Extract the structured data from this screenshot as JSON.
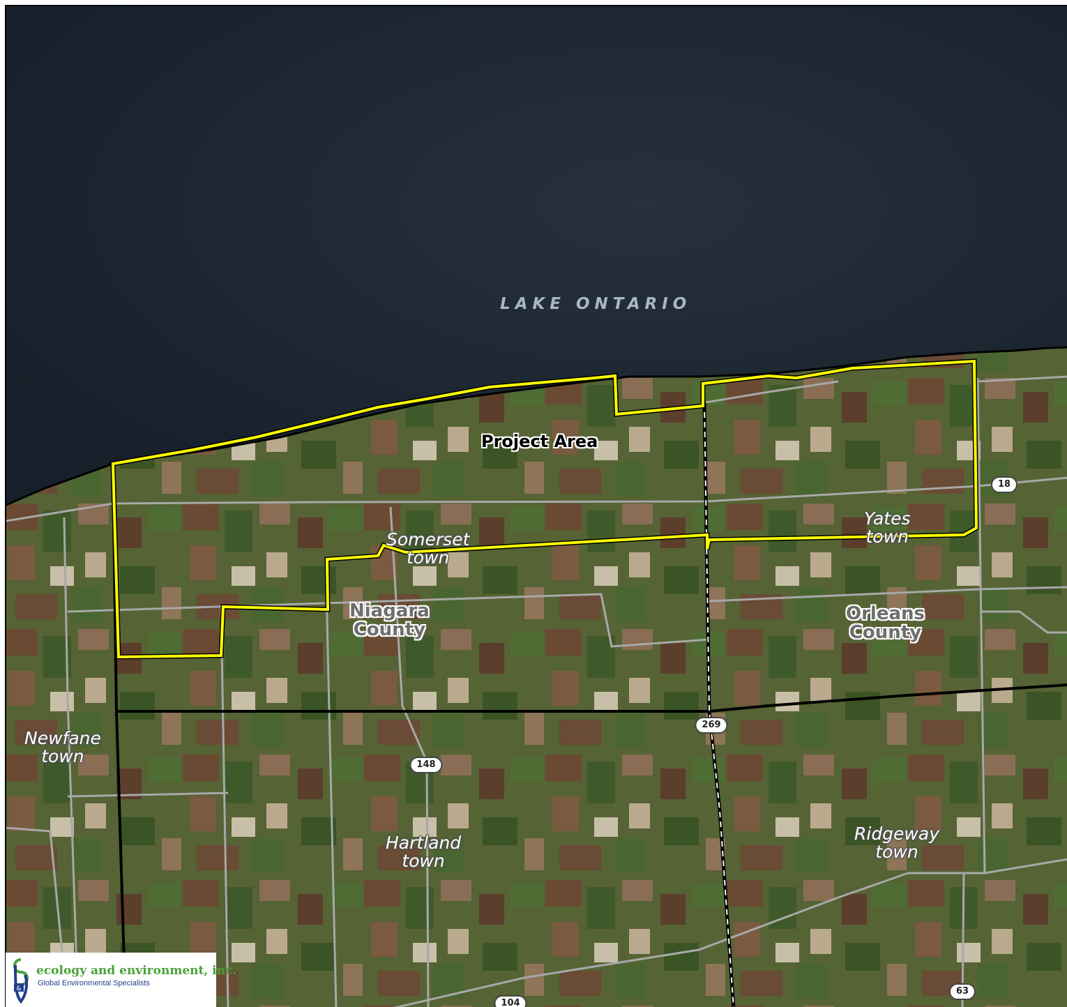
{
  "map": {
    "water_label": "LAKE ONTARIO",
    "project_label": "Project Area",
    "towns": [
      {
        "id": "somerset",
        "line1": "Somerset",
        "line2": "town"
      },
      {
        "id": "yates",
        "line1": "Yates",
        "line2": "town"
      },
      {
        "id": "newfane",
        "line1": "Newfane",
        "line2": "town"
      },
      {
        "id": "hartland",
        "line1": "Hartland",
        "line2": "town"
      },
      {
        "id": "ridgeway",
        "line1": "Ridgeway",
        "line2": "town"
      }
    ],
    "counties": [
      {
        "id": "niagara",
        "line1": "Niagara",
        "line2": "County"
      },
      {
        "id": "orleans",
        "line1": "Orleans",
        "line2": "County"
      }
    ],
    "route_shields": [
      "18",
      "269",
      "148",
      "63",
      "104"
    ],
    "colors": {
      "water": "#1d2630",
      "land": "#5f6a3c",
      "project_boundary": "#ffff00",
      "county_line": "#000000",
      "road": "#a8a8a8"
    }
  },
  "logo": {
    "company": "ecology and environment, inc.",
    "tagline": "Global Environmental Specialists"
  }
}
